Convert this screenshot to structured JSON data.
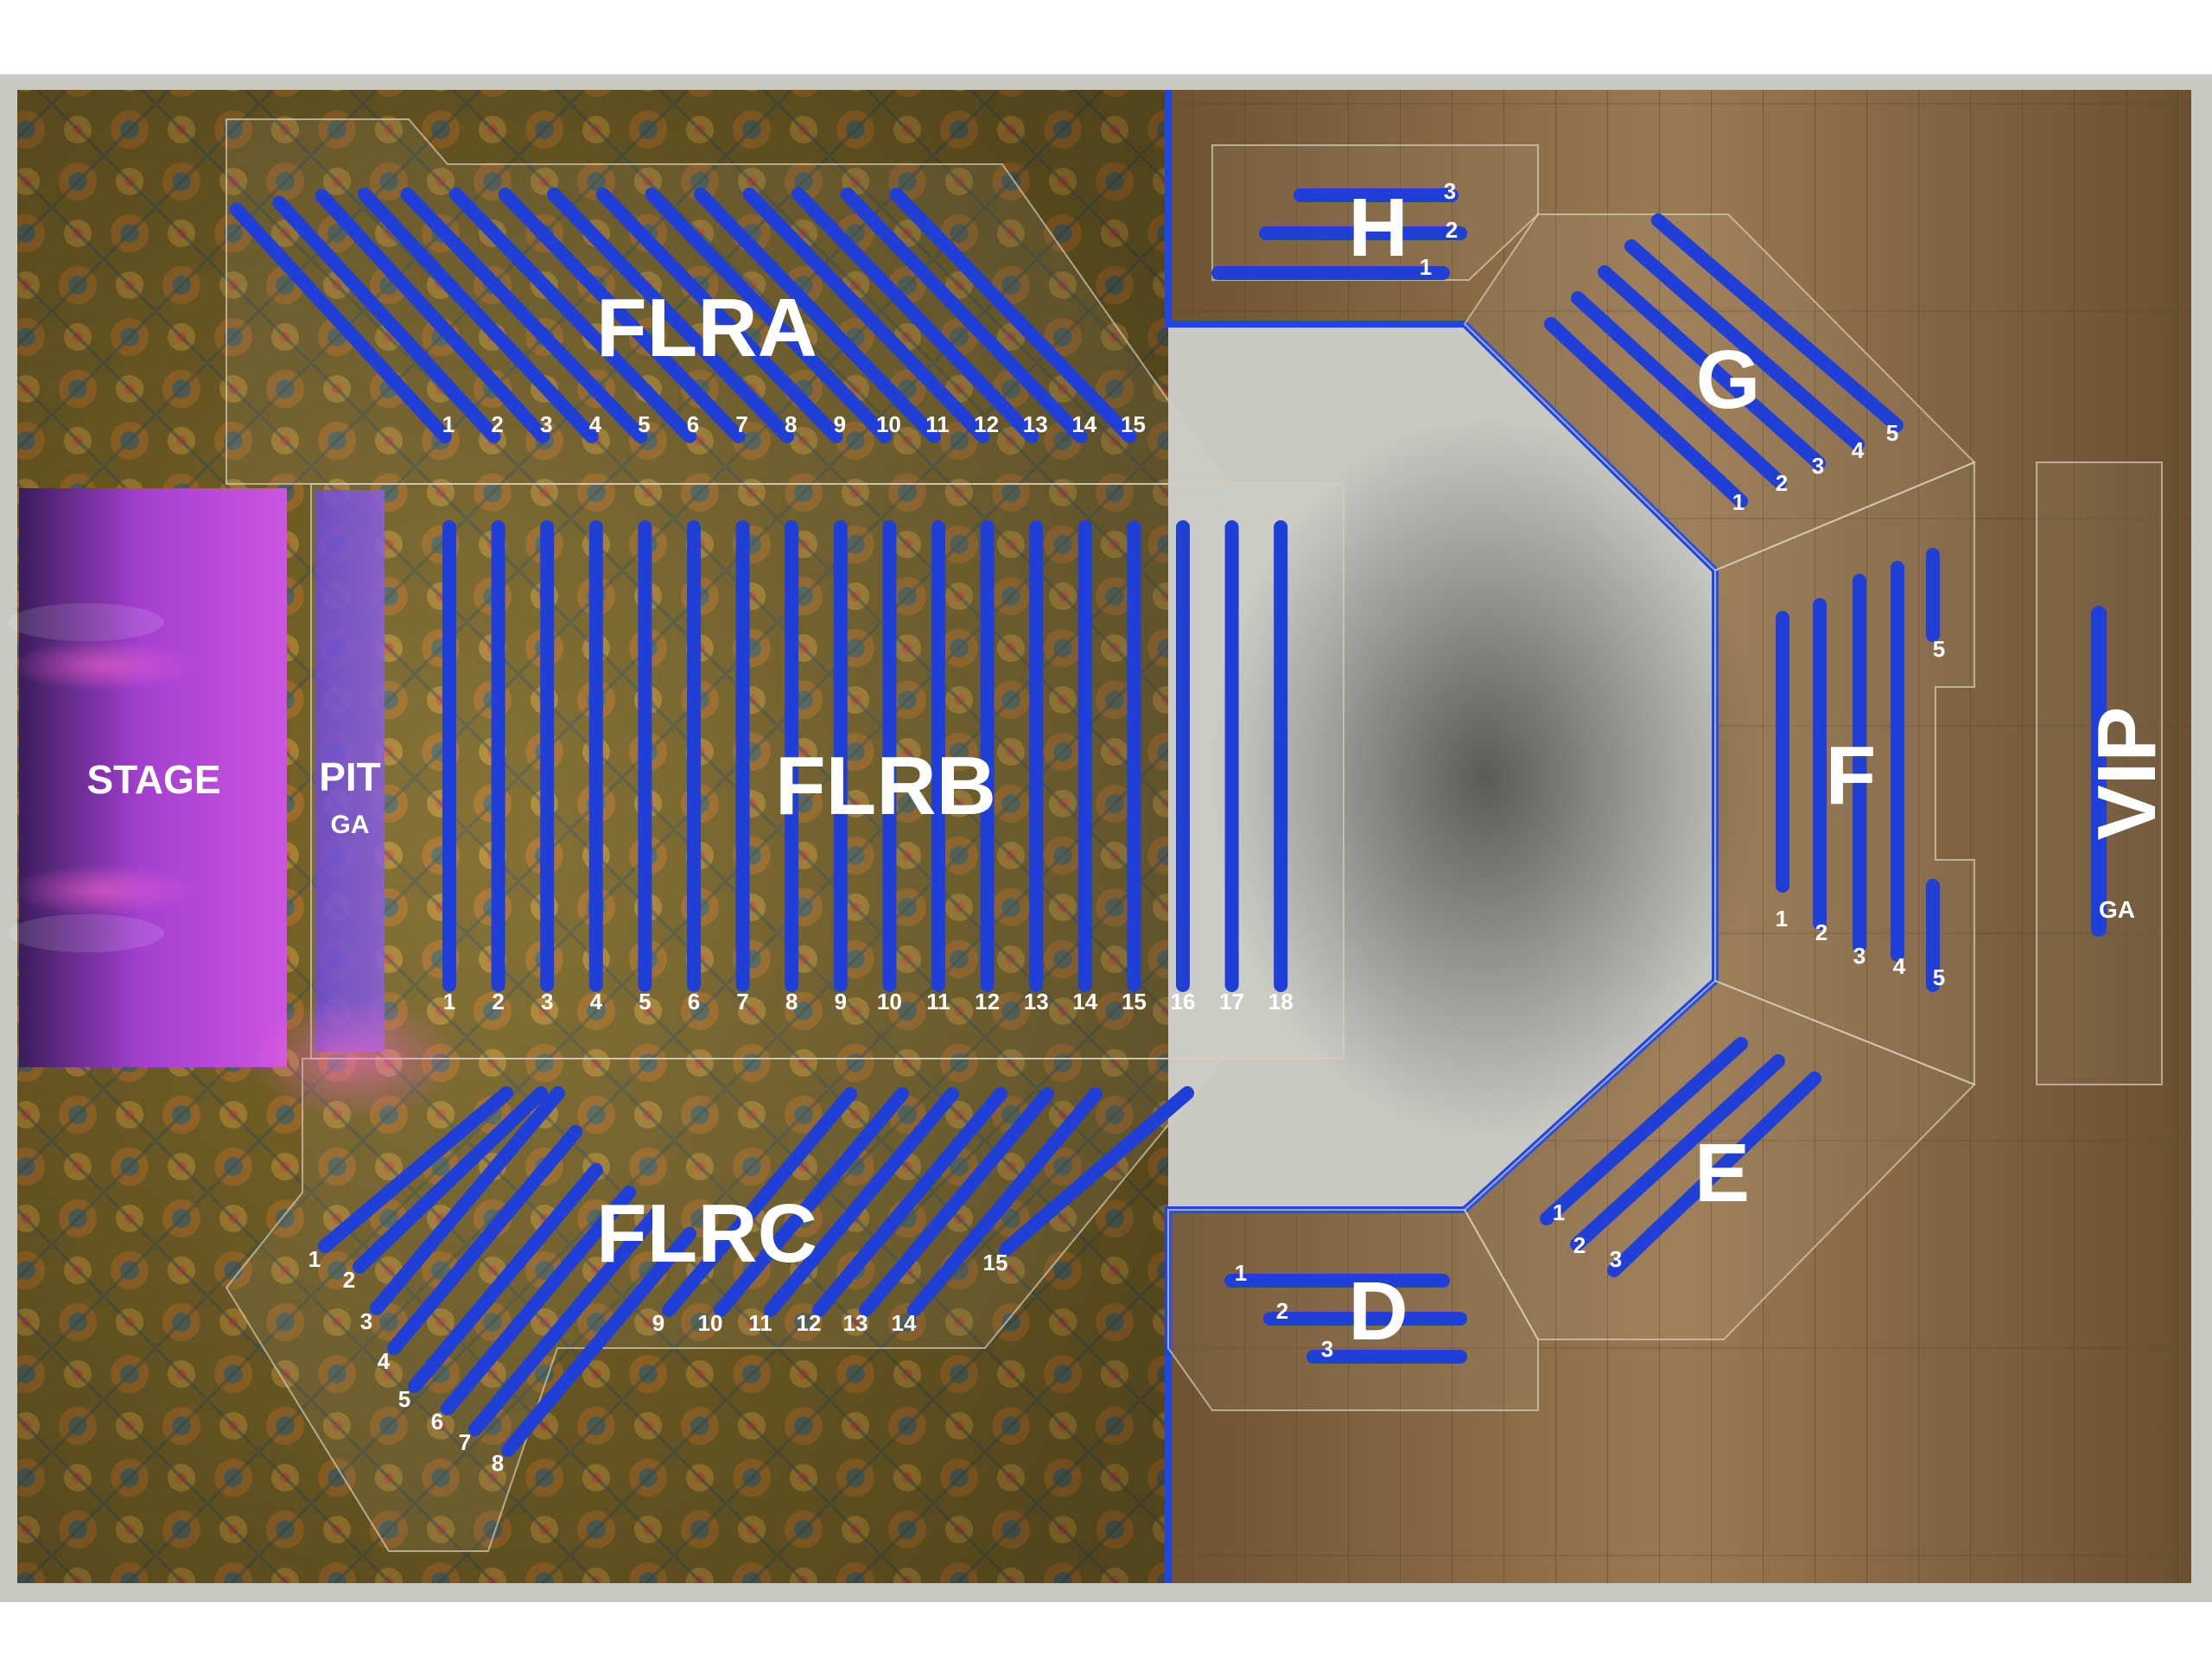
{
  "venue_map": {
    "stage": {
      "label": "STAGE"
    },
    "pit": {
      "label": "PIT",
      "sub": "GA"
    },
    "vip": {
      "label": "VIP",
      "sub": "GA"
    },
    "sections": {
      "FLRA": {
        "label": "FLRA",
        "rows": [
          "1",
          "2",
          "3",
          "4",
          "5",
          "6",
          "7",
          "8",
          "9",
          "10",
          "11",
          "12",
          "13",
          "14",
          "15"
        ]
      },
      "FLRB": {
        "label": "FLRB",
        "rows": [
          "1",
          "2",
          "3",
          "4",
          "5",
          "6",
          "7",
          "8",
          "9",
          "10",
          "11",
          "12",
          "13",
          "14",
          "15",
          "16",
          "17",
          "18"
        ]
      },
      "FLRC": {
        "label": "FLRC",
        "rows": [
          "1",
          "2",
          "3",
          "4",
          "5",
          "6",
          "7",
          "8",
          "9",
          "10",
          "11",
          "12",
          "13",
          "14",
          "15"
        ]
      },
      "D": {
        "label": "D",
        "rows": [
          "1",
          "2",
          "3"
        ]
      },
      "E": {
        "label": "E",
        "rows": [
          "1",
          "2",
          "3"
        ]
      },
      "F": {
        "label": "F",
        "rows": [
          "1",
          "2",
          "3",
          "4",
          "5",
          "5"
        ]
      },
      "G": {
        "label": "G",
        "rows": [
          "1",
          "2",
          "3",
          "4",
          "5"
        ]
      },
      "H": {
        "label": "H",
        "rows": [
          "1",
          "2",
          "3"
        ]
      }
    }
  },
  "colors": {
    "seat_row": "#1f3fd6",
    "stage": "#c04ad9",
    "carpet": "#8a6d2c",
    "wood": "#8c6a42",
    "frame": "#c9c9c4",
    "wall": "#1e46e0"
  }
}
